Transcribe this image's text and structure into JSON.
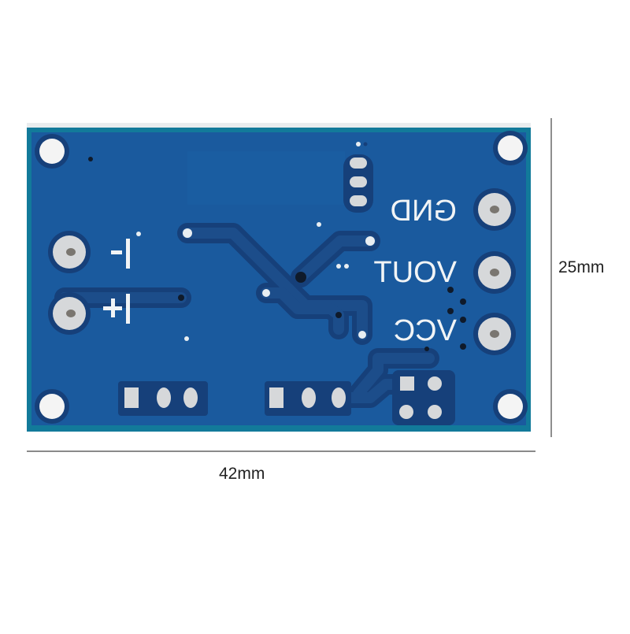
{
  "product": {
    "description": "Blue PCB module, rear view with dimension annotations",
    "colors": {
      "board": "#1a5a9e",
      "board_edge": "#127a9a",
      "trace": "#1c4d8a",
      "trace_outline": "#16407a",
      "pad": "#d6d8da",
      "mount_hole": "#f4f4f4",
      "silkscreen": "#f1f4f6",
      "background": "#ffffff",
      "dimension_line": "#444444"
    }
  },
  "silkscreen": {
    "left_labels": [
      "I-",
      "I+"
    ],
    "right_labels": [
      "GND",
      "VOUT",
      "VCC"
    ]
  },
  "dimensions": {
    "width": "42mm",
    "height": "25mm"
  }
}
